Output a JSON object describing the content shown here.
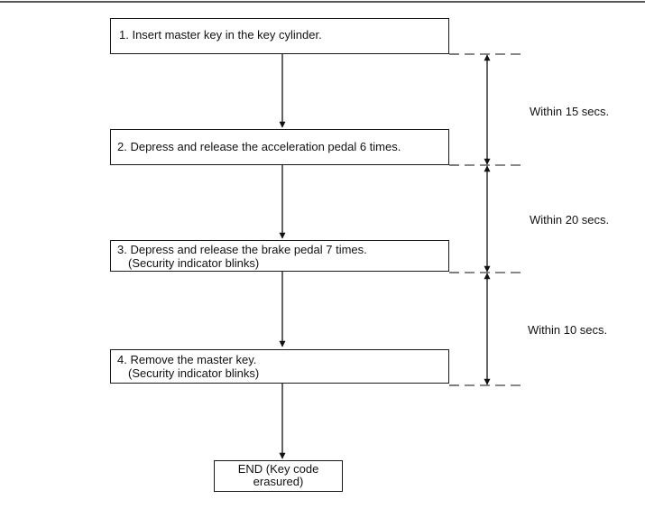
{
  "steps": [
    {
      "lines": [
        "1.  Insert master key in the key cylinder."
      ]
    },
    {
      "lines": [
        "2.  Depress and release the acceleration pedal 6 times."
      ]
    },
    {
      "lines": [
        "3.  Depress and release the brake pedal 7 times.",
        "(Security indicator blinks)"
      ]
    },
    {
      "lines": [
        "4.  Remove the master key.",
        "(Security indicator blinks)"
      ]
    }
  ],
  "end": {
    "title": "END",
    "note": "(Key code erasured)"
  },
  "timings": [
    {
      "label": "Within 15 secs."
    },
    {
      "label": "Within 20 secs."
    },
    {
      "label": "Within 10 secs."
    }
  ]
}
